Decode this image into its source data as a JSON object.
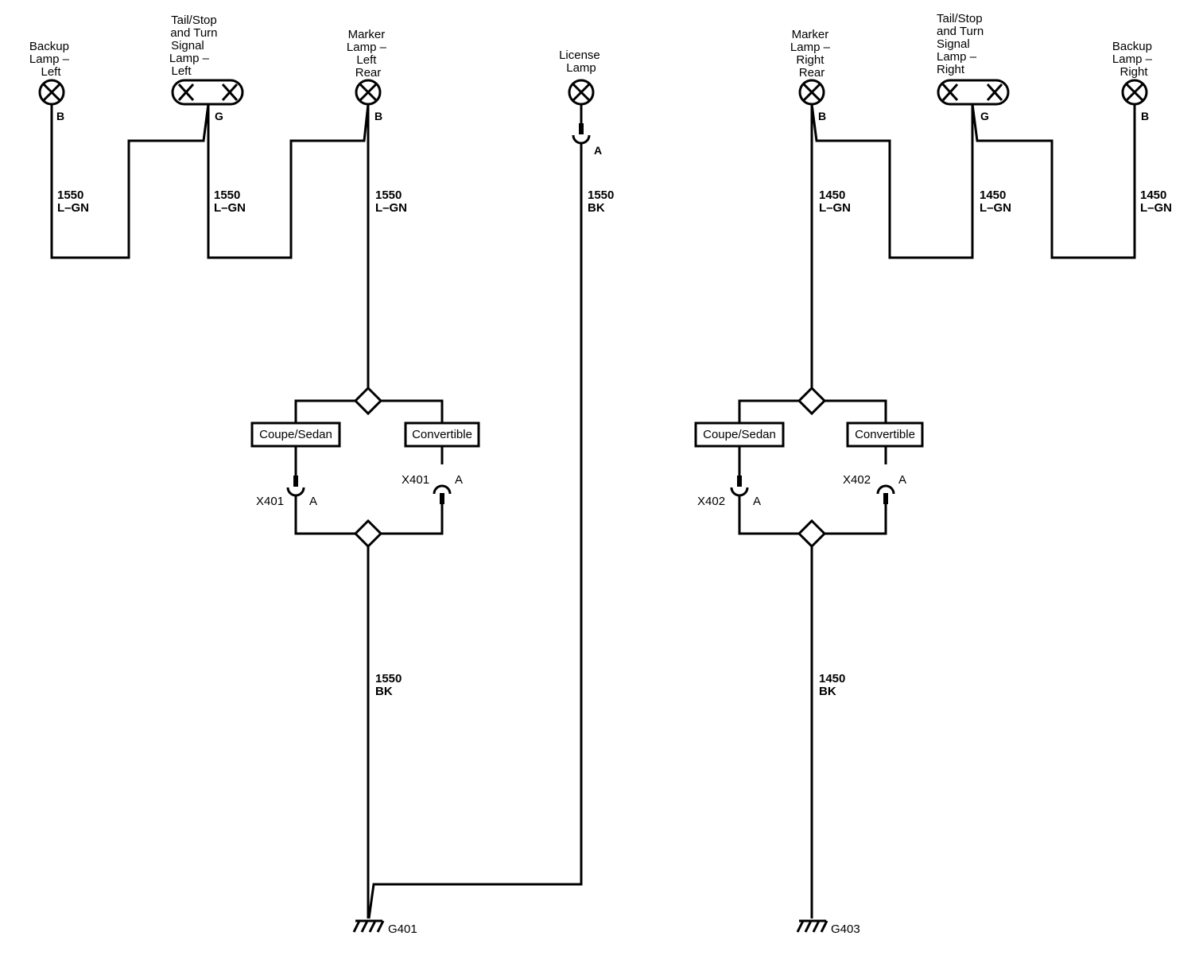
{
  "components": {
    "backup_lamp_left": [
      "Backup",
      "Lamp –",
      "Left"
    ],
    "tail_stop_turn_left": [
      "Tail/Stop",
      "and Turn",
      "Signal",
      "Lamp –",
      "Left"
    ],
    "marker_lamp_left_rear": [
      "Marker",
      "Lamp –",
      "Left",
      "Rear"
    ],
    "license_lamp": [
      "License",
      "Lamp"
    ],
    "marker_lamp_right_rear": [
      "Marker",
      "Lamp –",
      "Right",
      "Rear"
    ],
    "tail_stop_turn_right": [
      "Tail/Stop",
      "and Turn",
      "Signal",
      "Lamp –",
      "Right"
    ],
    "backup_lamp_right": [
      "Backup",
      "Lamp –",
      "Right"
    ]
  },
  "pins": {
    "backup_left": "B",
    "tail_left": "G",
    "marker_left": "B",
    "license": "A",
    "marker_right": "B",
    "tail_right": "G",
    "backup_right": "B"
  },
  "wires": {
    "backup_left": {
      "circuit": "1550",
      "color": "L–GN"
    },
    "tail_left": {
      "circuit": "1550",
      "color": "L–GN"
    },
    "marker_left": {
      "circuit": "1550",
      "color": "L–GN"
    },
    "license": {
      "circuit": "1550",
      "color": "BK"
    },
    "ground_left": {
      "circuit": "1550",
      "color": "BK"
    },
    "marker_right": {
      "circuit": "1450",
      "color": "L–GN"
    },
    "tail_right": {
      "circuit": "1450",
      "color": "L–GN"
    },
    "backup_right": {
      "circuit": "1450",
      "color": "L–GN"
    },
    "ground_right": {
      "circuit": "1450",
      "color": "BK"
    }
  },
  "options": {
    "left_coupe": "Coupe/Sedan",
    "left_convertible": "Convertible",
    "right_coupe": "Coupe/Sedan",
    "right_convertible": "Convertible"
  },
  "connectors": {
    "left_coupe": {
      "name": "X401",
      "pin": "A"
    },
    "left_convertible": {
      "name": "X401",
      "pin": "A"
    },
    "right_coupe": {
      "name": "X402",
      "pin": "A"
    },
    "right_convertible": {
      "name": "X402",
      "pin": "A"
    }
  },
  "grounds": {
    "left": "G401",
    "right": "G403"
  }
}
